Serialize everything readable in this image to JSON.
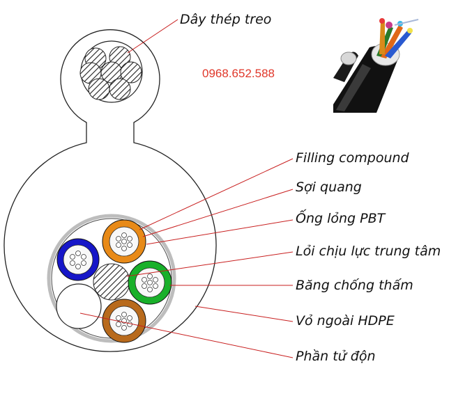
{
  "labels": {
    "steel_messenger": "Dây thép treo",
    "filling_compound": "Filling compound",
    "optical_fiber": "Sợi quang",
    "loose_tube": "Ống lỏng PBT",
    "central_strength": "Lỏi chịu lực trung tâm",
    "water_block_tape": "Băng chống thấm",
    "outer_sheath": "Vỏ ngoài HDPE",
    "filler_element": "Phần tử độn"
  },
  "phone": "0968.652.588",
  "colors": {
    "leader": "#c81e1e",
    "phone": "#e0372a",
    "tube_blue": "#1616c8",
    "tube_orange": "#e88a18",
    "tube_green": "#19b02a",
    "tube_brown": "#b86a1c",
    "inner_ring": "#bdbdbd"
  }
}
